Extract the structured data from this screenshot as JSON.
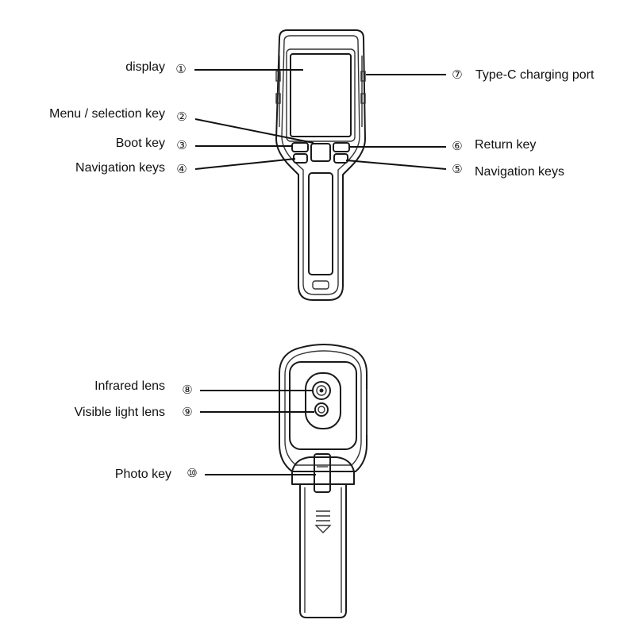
{
  "front_view": {
    "callouts": [
      {
        "id": "display",
        "number": "①",
        "label": "display"
      },
      {
        "id": "menu-selection-key",
        "number": "②",
        "label": "Menu / selection key"
      },
      {
        "id": "boot-key",
        "number": "③",
        "label": "Boot key"
      },
      {
        "id": "navigation-keys-left",
        "number": "④",
        "label": "Navigation keys"
      },
      {
        "id": "navigation-keys-right",
        "number": "⑤",
        "label": "Navigation keys"
      },
      {
        "id": "return-key",
        "number": "⑥",
        "label": "Return key"
      },
      {
        "id": "type-c-charging-port",
        "number": "⑦",
        "label": "Type-C charging port"
      }
    ]
  },
  "back_view": {
    "callouts": [
      {
        "id": "infrared-lens",
        "number": "⑧",
        "label": "Infrared lens"
      },
      {
        "id": "visible-light-lens",
        "number": "⑨",
        "label": "Visible light lens"
      },
      {
        "id": "photo-key",
        "number": "⑩",
        "label": "Photo key"
      }
    ]
  }
}
